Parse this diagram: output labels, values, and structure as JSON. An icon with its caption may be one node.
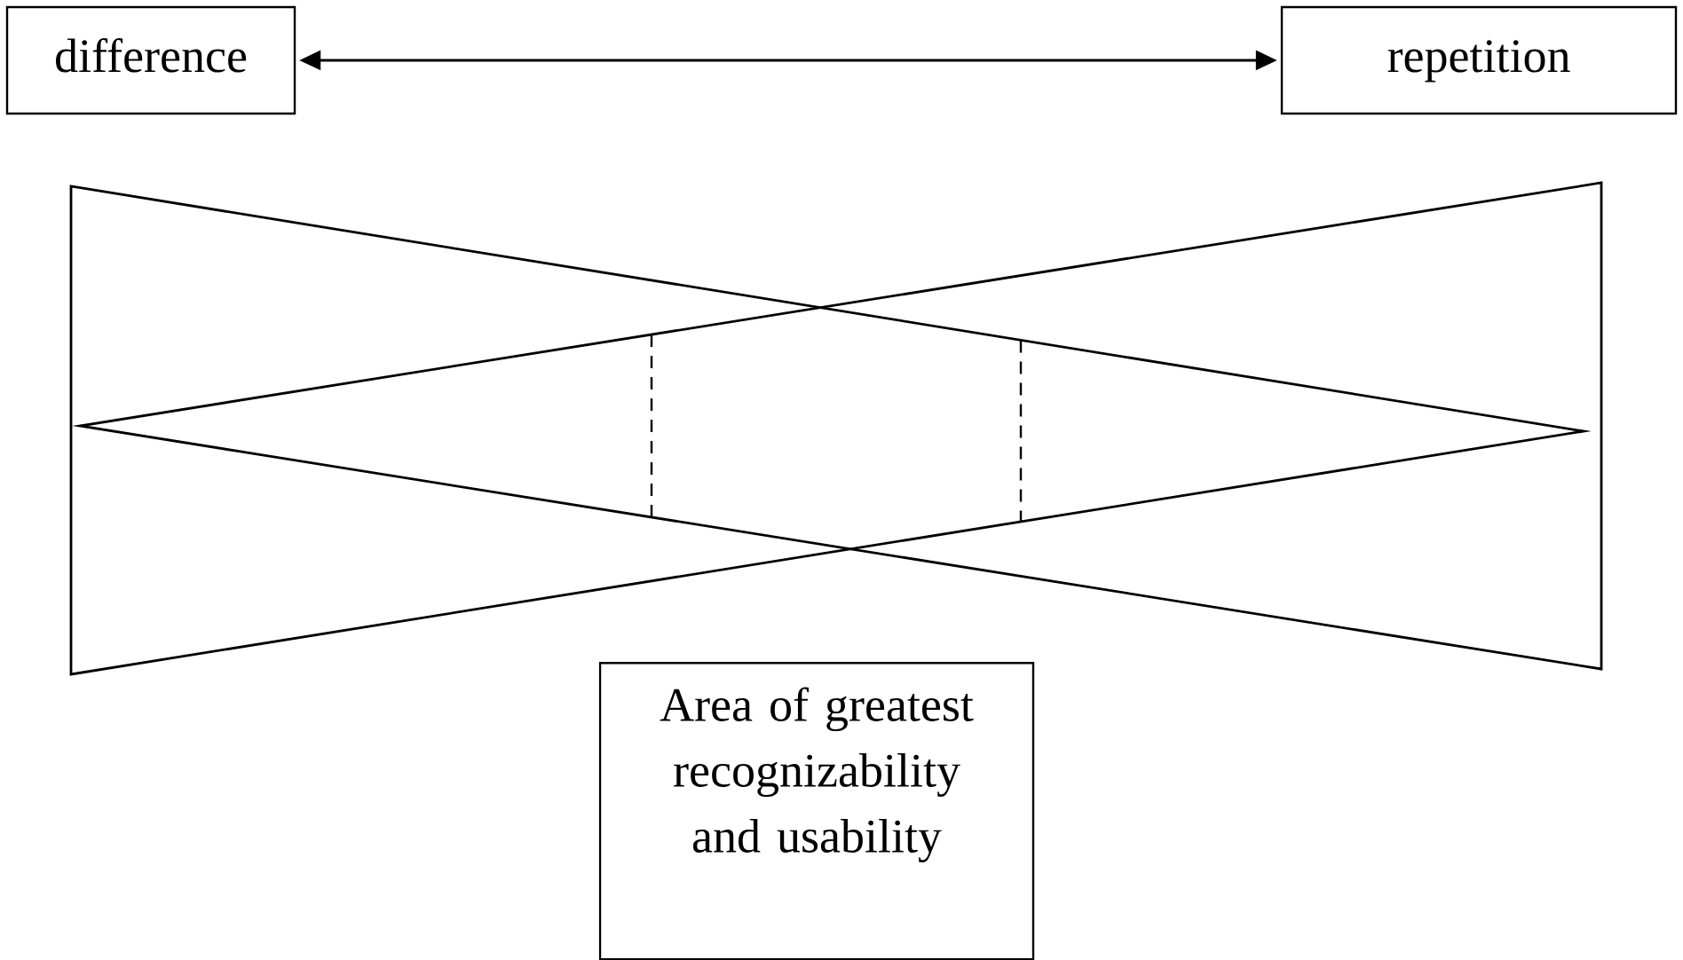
{
  "diagram": {
    "nodes": [
      {
        "text": [
          "difference"
        ]
      },
      {
        "text": [
          "repetition"
        ]
      },
      {
        "text": [
          "Area of greatest recognizability and usability"
        ]
      }
    ],
    "edges": [
      {
        "from": 0,
        "to": 1,
        "arrow": "both"
      }
    ]
  }
}
